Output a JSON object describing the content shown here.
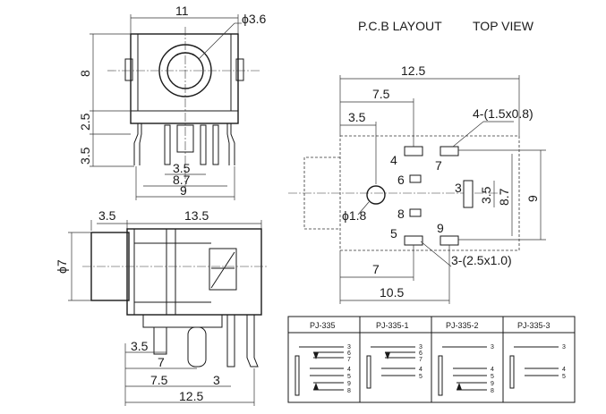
{
  "top_view": {
    "width_dim": "11",
    "hole_dim": "ϕ3.6",
    "height_dim": "8",
    "offset_dim": "2.5",
    "lead_dim": "3.5",
    "pin_pitch_1": "3.5",
    "pin_pitch_2": "8.7",
    "pin_pitch_3": "9"
  },
  "side_view": {
    "front_dim": "3.5",
    "body_dim": "13.5",
    "diameter_dim": "ϕ7",
    "pin_dim_1": "3.5",
    "pin_dim_2": "7",
    "pin_dim_3": "7.5",
    "pin_dim_4": "3",
    "total_dim": "12.5"
  },
  "pcb_layout": {
    "title": "P.C.B LAYOUT",
    "subtitle": "TOP VIEW",
    "dim_12_5": "12.5",
    "dim_7_5": "7.5",
    "dim_3_5": "3.5",
    "pad_note_top": "4-(1.5x0.8)",
    "pad_note_bottom": "3-(2.5x1.0)",
    "hole_label": "ϕ1.8",
    "dim_7": "7",
    "dim_10_5": "10.5",
    "v_dim_3_5": "3.5",
    "v_dim_8_7": "8.7",
    "v_dim_9": "9",
    "pins": [
      "4",
      "7",
      "6",
      "3",
      "8",
      "5",
      "9"
    ]
  },
  "schematic_table": {
    "headers": [
      "PJ-335",
      "PJ-335-1",
      "PJ-335-2",
      "PJ-335-3"
    ],
    "pins_col1": [
      "3",
      "6",
      "7",
      "4",
      "5",
      "9",
      "8"
    ],
    "pins_col2": [
      "3",
      "6",
      "7",
      "4",
      "5"
    ],
    "pins_col3": [
      "3",
      "4",
      "5",
      "9",
      "8"
    ],
    "pins_col4": [
      "3",
      "4",
      "5"
    ]
  }
}
